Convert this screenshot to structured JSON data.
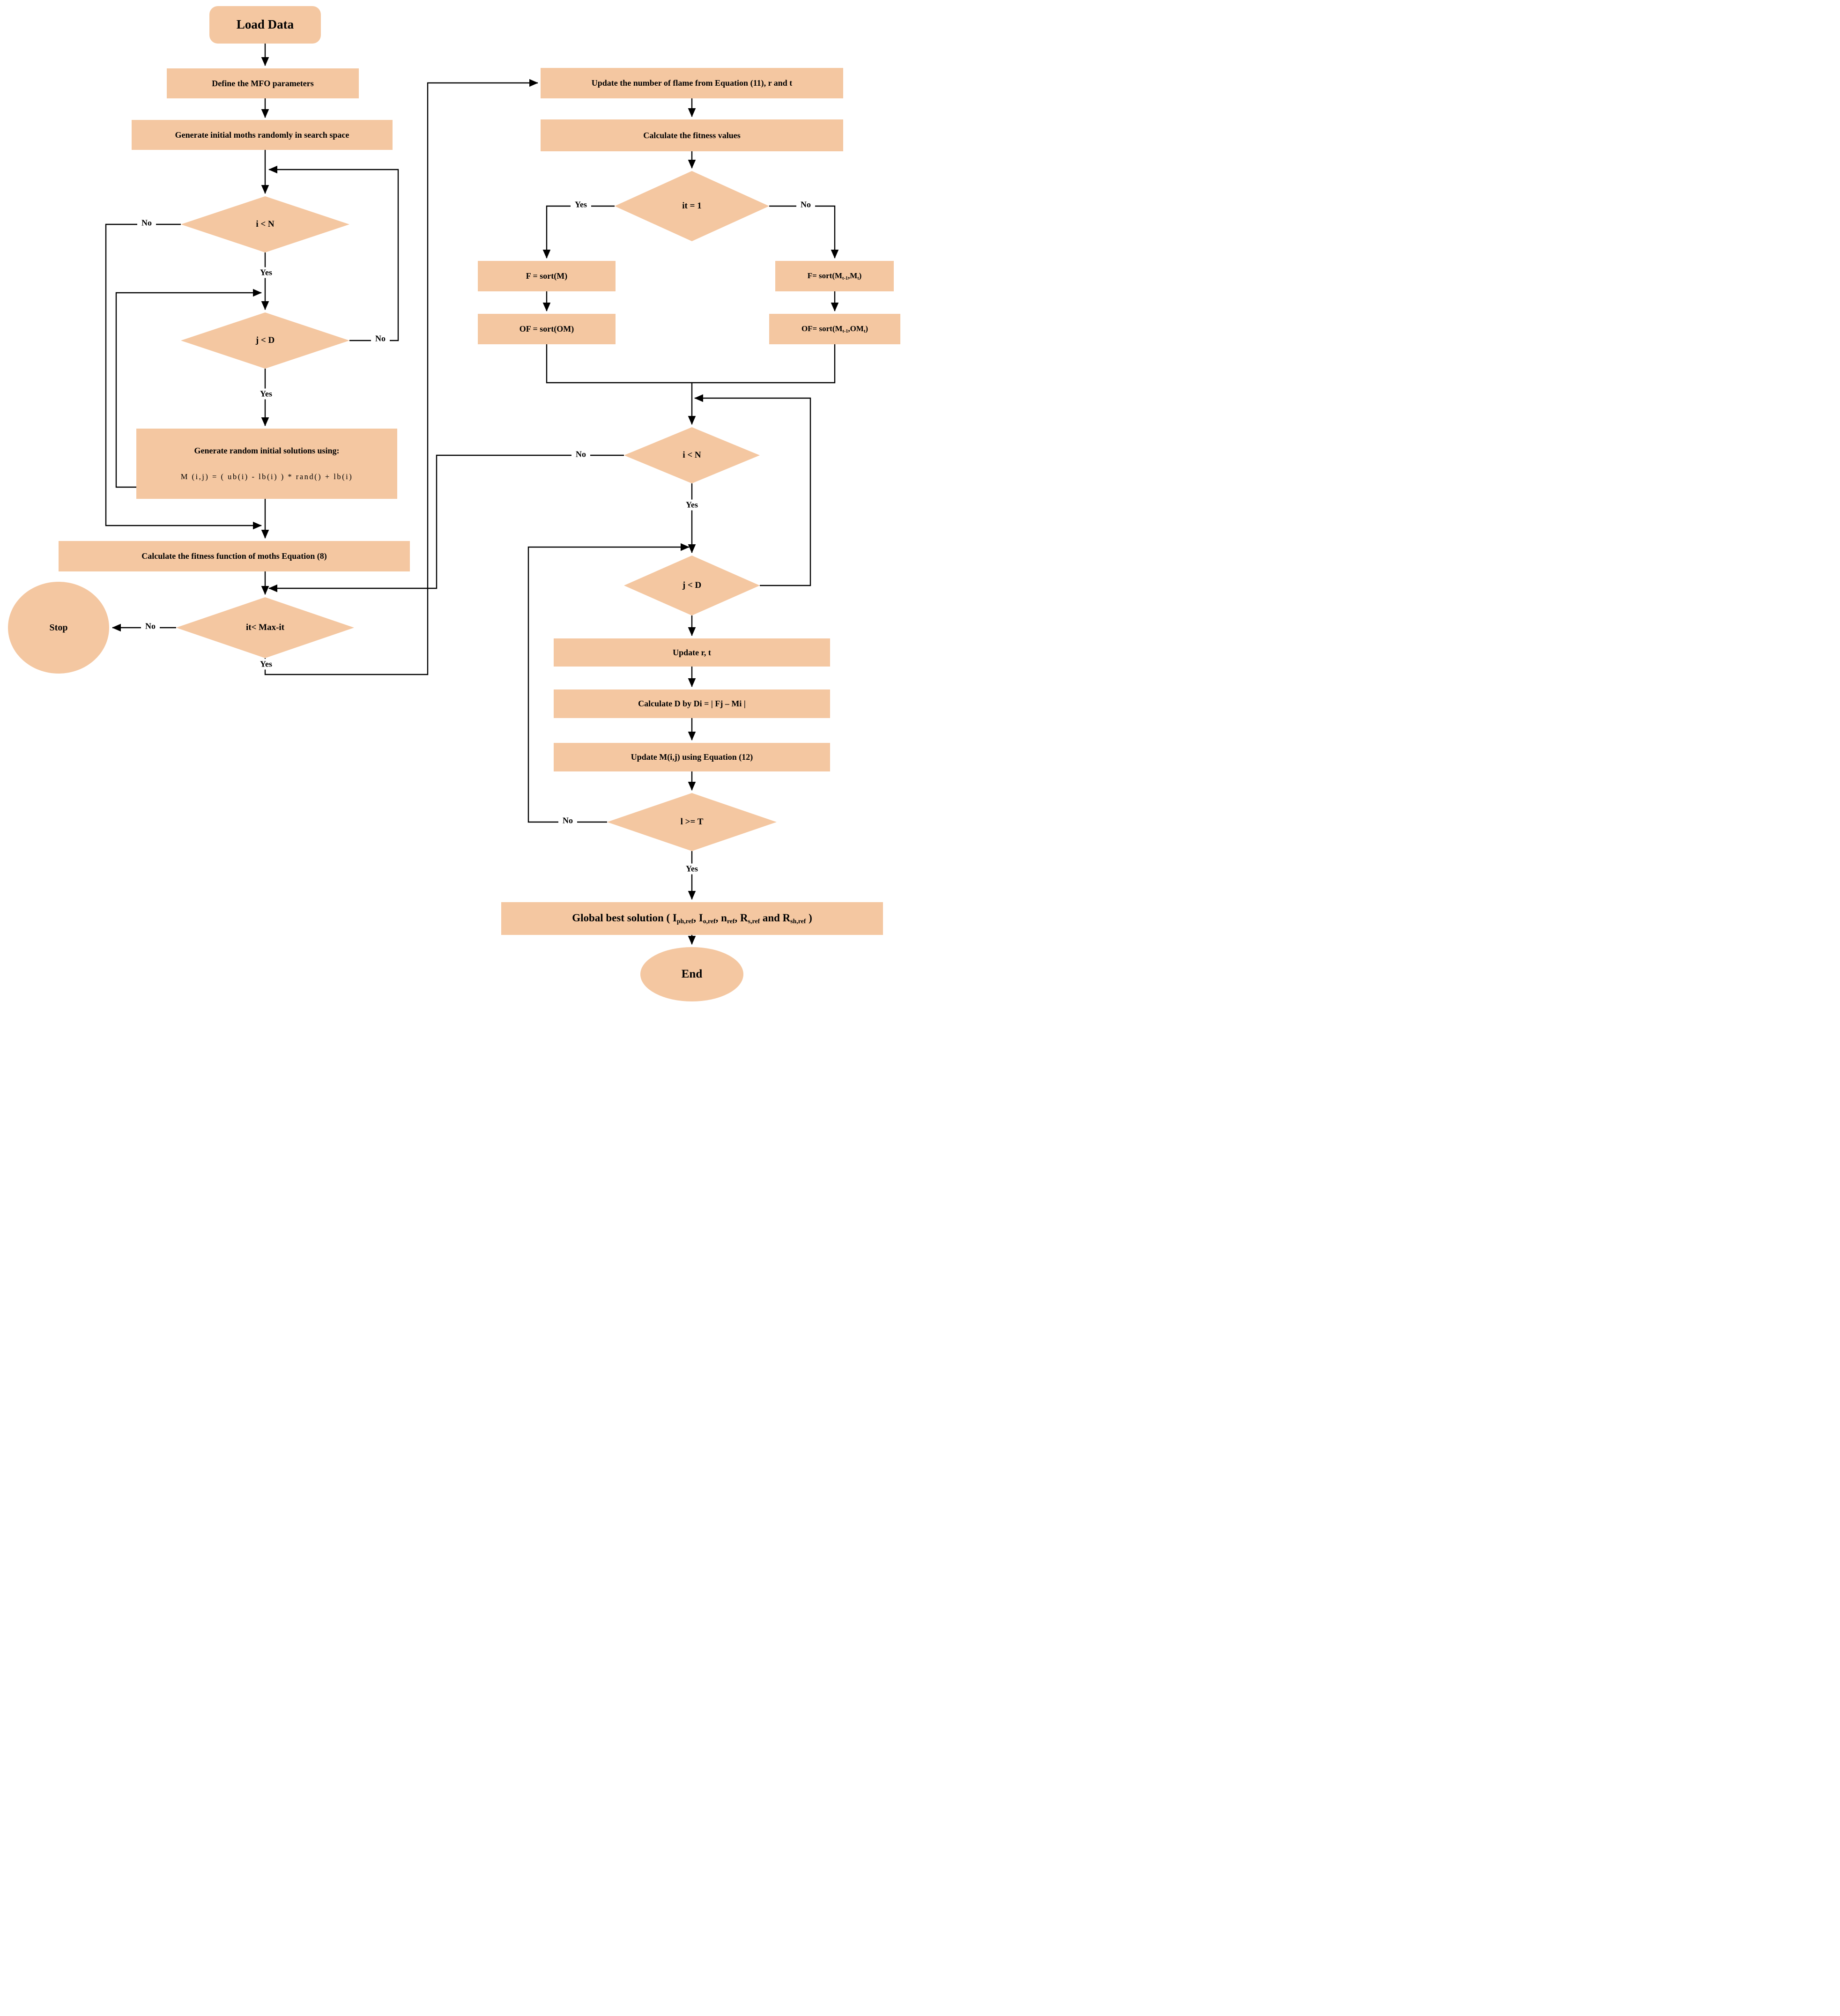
{
  "figure": {
    "kind": "flowchart",
    "background_color": "#ffffff",
    "shape_fill_color": "#f4c7a1",
    "line_color": "#000000",
    "text_color": "#000000"
  },
  "nodes": [
    {
      "id": "load-data",
      "shape": "rounded",
      "label": [
        {
          "segs": [
            {
              "t": "Load Data"
            }
          ]
        }
      ]
    },
    {
      "id": "define-mfo-parameters",
      "shape": "rect",
      "label": [
        {
          "segs": [
            {
              "t": "Define the MFO parameters"
            }
          ]
        }
      ]
    },
    {
      "id": "generate-initial-moths",
      "shape": "rect",
      "label": [
        {
          "segs": [
            {
              "t": "Generate initial moths randomly in search space"
            }
          ]
        }
      ]
    },
    {
      "id": "i-lt-n-left",
      "shape": "diamond",
      "label": [
        {
          "segs": [
            {
              "t": "i < N"
            }
          ]
        }
      ]
    },
    {
      "id": "j-lt-d-left",
      "shape": "diamond",
      "label": [
        {
          "segs": [
            {
              "t": "j < D"
            }
          ]
        }
      ]
    },
    {
      "id": "generate-random-solutions",
      "shape": "rect",
      "label": [
        {
          "segs": [
            {
              "t": "Generate random initial solutions using:"
            }
          ]
        },
        {
          "cls": "formula",
          "segs": [
            {
              "t": "M (i,j) =  ( ub(i) - lb(i) )  *  rand() + lb(i)"
            }
          ]
        }
      ]
    },
    {
      "id": "calculate-fitness-function-moths",
      "shape": "rect",
      "label": [
        {
          "segs": [
            {
              "t": "Calculate the fitness function of moths Equation (8)"
            }
          ]
        }
      ]
    },
    {
      "id": "it-lt-max-it",
      "shape": "diamond",
      "label": [
        {
          "segs": [
            {
              "t": "it< Max-it"
            }
          ]
        }
      ]
    },
    {
      "id": "stop",
      "shape": "ellipse",
      "label": [
        {
          "segs": [
            {
              "t": "Stop"
            }
          ]
        }
      ]
    },
    {
      "id": "update-number-of-flame",
      "shape": "rect",
      "label": [
        {
          "segs": [
            {
              "t": "Update the number of flame from Equation (11), r and t"
            }
          ]
        }
      ]
    },
    {
      "id": "calculate-fitness-values",
      "shape": "rect",
      "label": [
        {
          "segs": [
            {
              "t": "Calculate the fitness values"
            }
          ]
        }
      ]
    },
    {
      "id": "it-eq-1",
      "shape": "diamond",
      "label": [
        {
          "segs": [
            {
              "t": "it = 1"
            }
          ]
        }
      ]
    },
    {
      "id": "f-sort-m",
      "shape": "rect",
      "label": [
        {
          "segs": [
            {
              "t": "F = sort(M)"
            }
          ]
        }
      ]
    },
    {
      "id": "of-sort-om",
      "shape": "rect",
      "label": [
        {
          "segs": [
            {
              "t": "OF = sort(OM)"
            }
          ]
        }
      ]
    },
    {
      "id": "f-sort-mt",
      "shape": "rect",
      "label": [
        {
          "segs": [
            {
              "t": "F= sort(M"
            },
            {
              "t": "t-1",
              "sub": true
            },
            {
              "t": ",M"
            },
            {
              "t": "t",
              "sub": true
            },
            {
              "t": ")"
            }
          ]
        }
      ]
    },
    {
      "id": "of-sort-omt",
      "shape": "rect",
      "label": [
        {
          "segs": [
            {
              "t": "OF= sort(M"
            },
            {
              "t": "t-1",
              "sub": true
            },
            {
              "t": ",OM"
            },
            {
              "t": "t",
              "sub": true
            },
            {
              "t": ")"
            }
          ]
        }
      ]
    },
    {
      "id": "i-lt-n-right",
      "shape": "diamond",
      "label": [
        {
          "segs": [
            {
              "t": "i < N"
            }
          ]
        }
      ]
    },
    {
      "id": "j-lt-d-right",
      "shape": "diamond",
      "label": [
        {
          "segs": [
            {
              "t": "j < D"
            }
          ]
        }
      ]
    },
    {
      "id": "update-r-t",
      "shape": "rect",
      "label": [
        {
          "segs": [
            {
              "t": "Update r, t"
            }
          ]
        }
      ]
    },
    {
      "id": "calculate-d",
      "shape": "rect",
      "label": [
        {
          "segs": [
            {
              "t": "Calculate D by Di = | Fj – Mi |"
            }
          ]
        }
      ]
    },
    {
      "id": "update-m-ij",
      "shape": "rect",
      "label": [
        {
          "segs": [
            {
              "t": "Update M(i,j) using Equation (12)"
            }
          ]
        }
      ]
    },
    {
      "id": "l-gte-t",
      "shape": "diamond",
      "label": [
        {
          "segs": [
            {
              "t": "l >= T"
            }
          ]
        }
      ]
    },
    {
      "id": "global-best-solution",
      "shape": "rect",
      "label": [
        {
          "segs": [
            {
              "t": "Global best solution ( I"
            },
            {
              "t": "ph,ref",
              "sub": true
            },
            {
              "t": ", I"
            },
            {
              "t": "o,ref",
              "sub": true
            },
            {
              "t": ", n"
            },
            {
              "t": "ref",
              "sub": true
            },
            {
              "t": ", R"
            },
            {
              "t": "s,ref",
              "sub": true
            },
            {
              "t": " and R"
            },
            {
              "t": "sh,ref",
              "sub": true
            },
            {
              "t": " )"
            }
          ]
        }
      ]
    },
    {
      "id": "end",
      "shape": "ellipse",
      "label": [
        {
          "segs": [
            {
              "t": "End"
            }
          ]
        }
      ]
    }
  ],
  "edge_labels": [
    {
      "id": "no-i-left",
      "t": "No"
    },
    {
      "id": "yes-i-left",
      "t": "Yes"
    },
    {
      "id": "no-j-left",
      "t": "No"
    },
    {
      "id": "yes-j-left",
      "t": "Yes"
    },
    {
      "id": "no-it-max",
      "t": "No"
    },
    {
      "id": "yes-it-max",
      "t": "Yes"
    },
    {
      "id": "yes-it1",
      "t": "Yes"
    },
    {
      "id": "no-it1",
      "t": "No"
    },
    {
      "id": "no-i-right",
      "t": "No"
    },
    {
      "id": "yes-i-right",
      "t": "Yes"
    },
    {
      "id": "no-l-t",
      "t": "No"
    },
    {
      "id": "yes-l-t",
      "t": "Yes"
    }
  ]
}
